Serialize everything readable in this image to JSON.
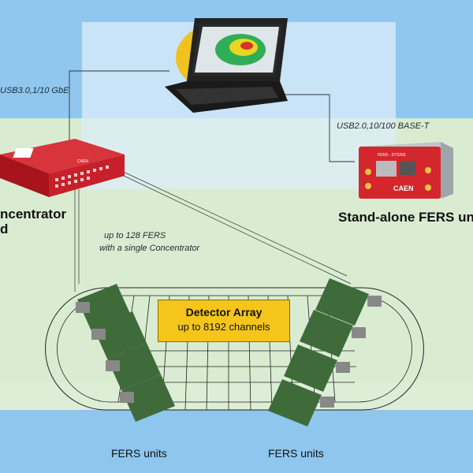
{
  "labels": {
    "concentrator_link": "USB3.0,1/10 GbE",
    "standalone_link": "USB2.0,10/100 BASE-T",
    "concentrator_title_1": "ncentrator",
    "concentrator_title_2": "d",
    "standalone_title": "Stand-alone FERS uni",
    "fers_capacity_1": "up to 128 FERS",
    "fers_capacity_2": "with a single Concentrator",
    "detector_title": "Detector Array",
    "detector_sub": "up to 8192 channels",
    "fers_units_left": "FERS units",
    "fers_units_right": "FERS units",
    "device_caption": "FERS - DT5202",
    "brand": "CAEN"
  },
  "colors": {
    "concentrator_red": "#c8202a",
    "detector_yellow": "#f6c51b",
    "pcb_green": "#3f6b3a"
  }
}
